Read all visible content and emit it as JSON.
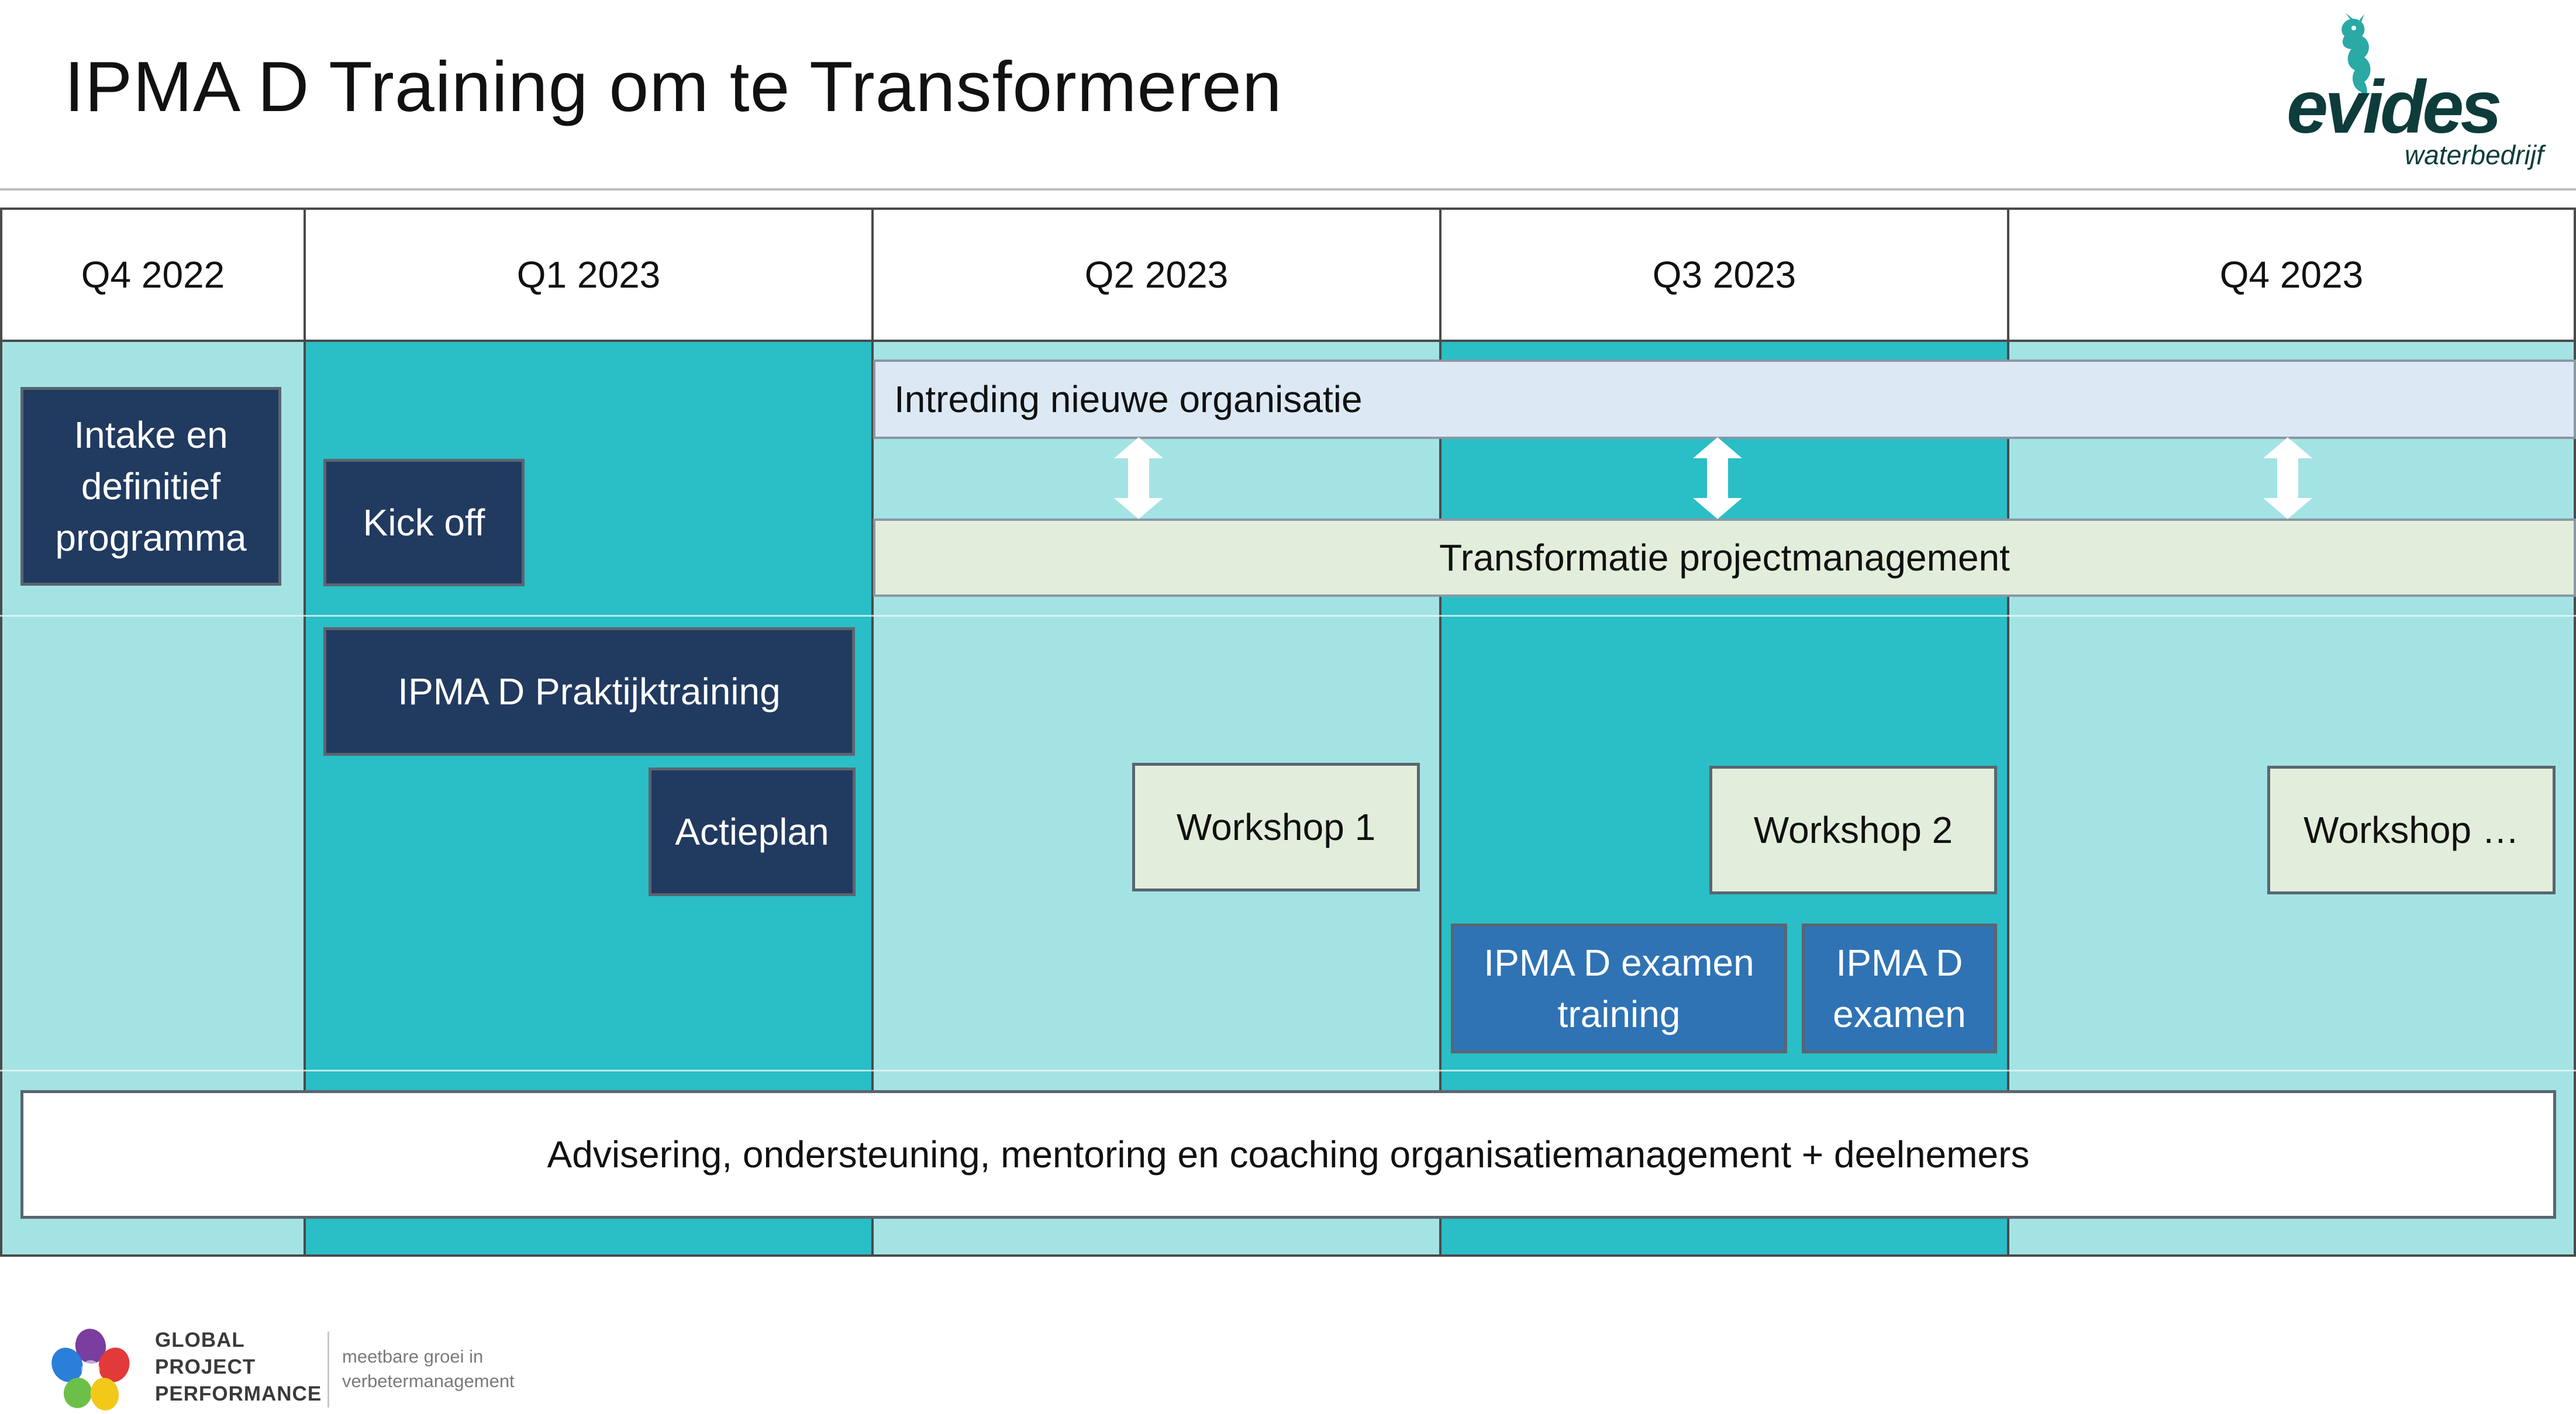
{
  "title": "IPMA D Training om te Transformeren",
  "logo": {
    "brand": "evides",
    "sub": "waterbedrijf",
    "icon": "seahorse-icon",
    "color": "#0e3c3a"
  },
  "quarters": [
    "Q4 2022",
    "Q1 2023",
    "Q2 2023",
    "Q3 2023",
    "Q4 2023"
  ],
  "colors": {
    "light_column": "#a4e3e4",
    "dark_column": "#2abec6",
    "navy": "#213a60",
    "blue": "#2f73b5",
    "green_box": "#e2eedb",
    "band_blue": "#dce9f5"
  },
  "bands": {
    "intreding": "Intreding nieuwe organisatie",
    "transformatie": "Transformatie projectmanagement"
  },
  "arrow_icon": "double-arrow-vertical-icon",
  "boxes": {
    "intake": "Intake en definitief programma",
    "kickoff": "Kick off",
    "praktijktraining": "IPMA D Praktijktraining",
    "actieplan": "Actieplan",
    "workshop1": "Workshop 1",
    "workshop2": "Workshop 2",
    "workshop3": "Workshop …",
    "examen_training": "IPMA D examen training",
    "examen": "IPMA D examen"
  },
  "advisering": "Advisering, ondersteuning, mentoring en coaching organisatiemanagement + deelnemers",
  "footer": {
    "company_lines": [
      "GLOBAL",
      "PROJECT",
      "PERFORMANCE"
    ],
    "tagline_lines": [
      "meetbare groei in",
      "verbetermanagement"
    ]
  }
}
